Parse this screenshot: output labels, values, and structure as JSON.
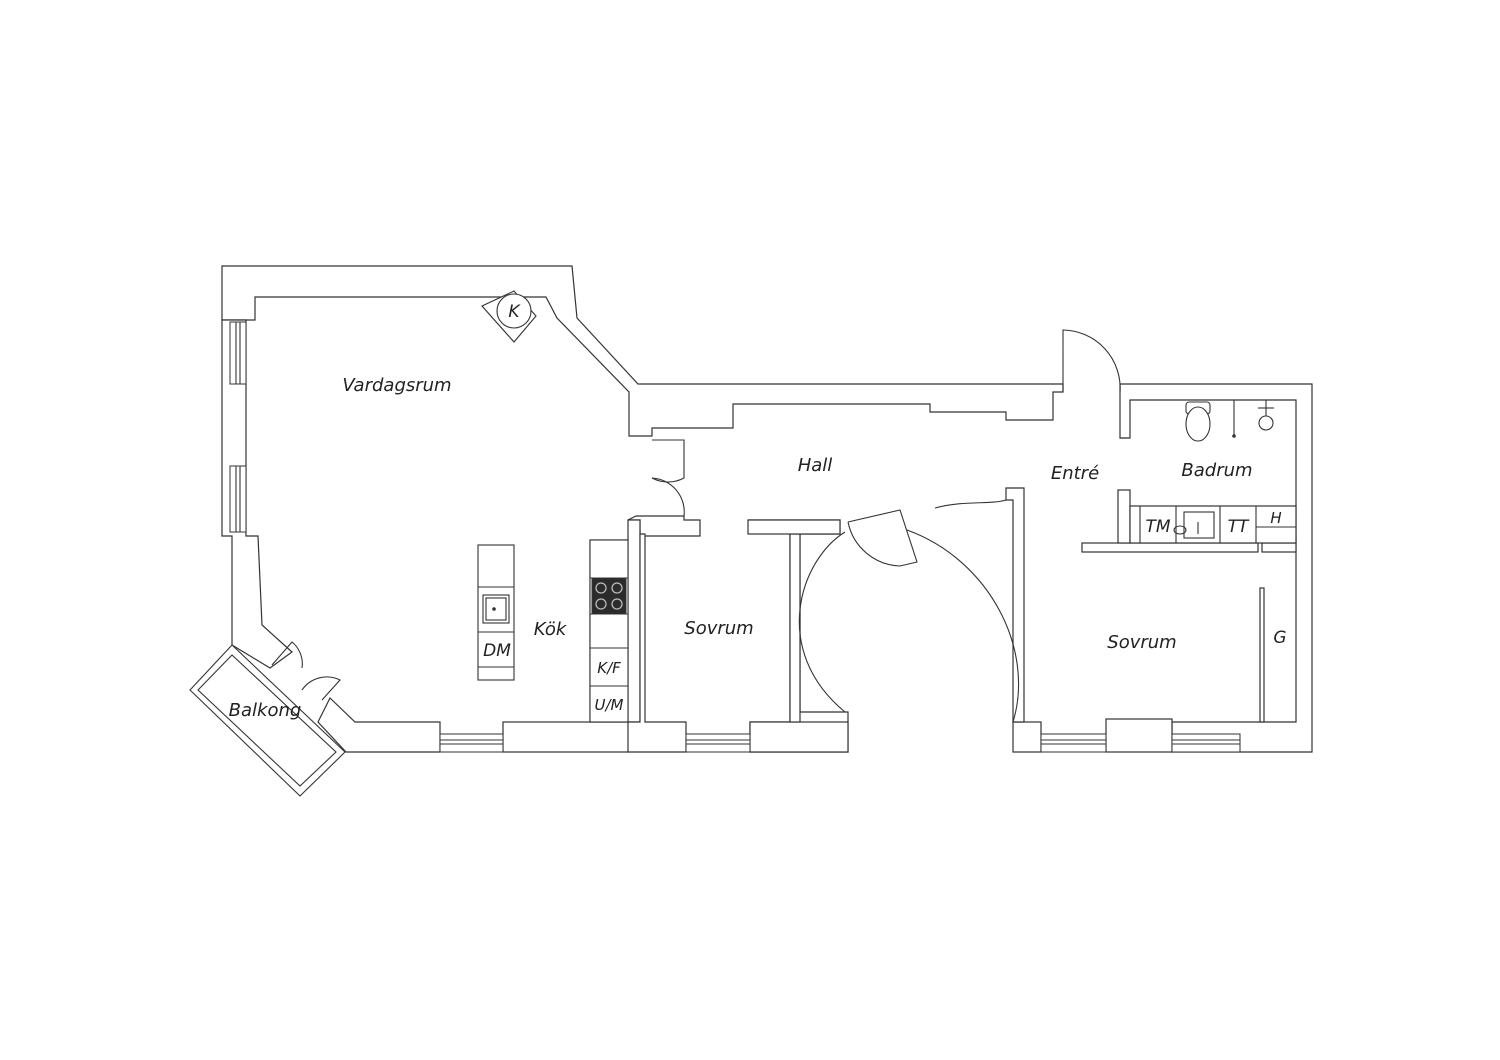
{
  "rooms": {
    "vardagsrum": "Vardagsrum",
    "hall": "Hall",
    "entre": "Entré",
    "badrum": "Badrum",
    "kok": "Kök",
    "sovrum_1": "Sovrum",
    "sovrum_2": "Sovrum",
    "balkong": "Balkong"
  },
  "fixtures": {
    "kakelugn": "K",
    "diskmaskin": "DM",
    "kyl_frys": "K/F",
    "ugn_mikro": "U/M",
    "tvattmaskin": "TM",
    "torktumlare": "TT",
    "hylla": "H",
    "garderob": "G"
  },
  "colors": {
    "line": "#333333",
    "background": "#ffffff",
    "hob": "#2b2b2b"
  }
}
